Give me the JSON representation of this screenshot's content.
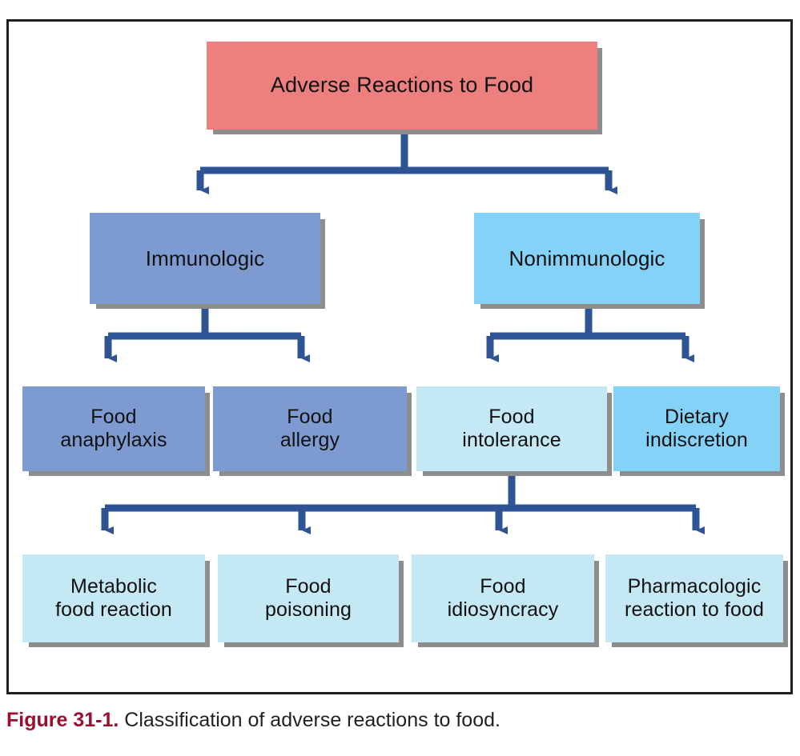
{
  "figure": {
    "caption_number": "Figure 31-1.",
    "caption_text": " Classification of adverse reactions to food."
  },
  "colors": {
    "root_box": "#EE7F7F",
    "immunologic": "#7D9BD1",
    "nonimmunologic": "#84D2F7",
    "pale_blue": "#C5E8F5",
    "connector_blue": "#2E5496",
    "shadow": "#8D8D8D",
    "frame_border": "#231F20",
    "caption_accent": "#9C0D2E",
    "text": "#111111"
  },
  "chart_data": {
    "type": "diagram",
    "title": "Classification of adverse reactions to food",
    "layout": "top-down hierarchical flowchart",
    "levels": 4,
    "nodes": [
      {
        "id": "root",
        "label": "Adverse Reactions to Food",
        "level": 1,
        "color": "#EE7F7F"
      },
      {
        "id": "immunologic",
        "label": "Immunologic",
        "level": 2,
        "color": "#7D9BD1"
      },
      {
        "id": "nonimmunologic",
        "label": "Nonimmunologic",
        "level": 2,
        "color": "#84D2F7"
      },
      {
        "id": "food-anaphylaxis",
        "label": "Food\nanaphylaxis",
        "level": 3,
        "color": "#7D9BD1"
      },
      {
        "id": "food-allergy",
        "label": "Food\nallergy",
        "level": 3,
        "color": "#7D9BD1"
      },
      {
        "id": "food-intolerance",
        "label": "Food\nintolerance",
        "level": 3,
        "color": "#C5E8F5"
      },
      {
        "id": "dietary-indiscretion",
        "label": "Dietary\nindiscretion",
        "level": 3,
        "color": "#84D2F7"
      },
      {
        "id": "metabolic-food-reaction",
        "label": "Metabolic\nfood reaction",
        "level": 4,
        "color": "#C5E8F5"
      },
      {
        "id": "food-poisoning",
        "label": "Food\npoisoning",
        "level": 4,
        "color": "#C5E8F5"
      },
      {
        "id": "food-idiosyncracy",
        "label": "Food\nidiosyncracy",
        "level": 4,
        "color": "#C5E8F5"
      },
      {
        "id": "pharmacologic-reaction-to-food",
        "label": "Pharmacologic\nreaction to food",
        "level": 4,
        "color": "#C5E8F5"
      }
    ],
    "edges": [
      {
        "from": "root",
        "to": "immunologic"
      },
      {
        "from": "root",
        "to": "nonimmunologic"
      },
      {
        "from": "immunologic",
        "to": "food-anaphylaxis"
      },
      {
        "from": "immunologic",
        "to": "food-allergy"
      },
      {
        "from": "nonimmunologic",
        "to": "food-intolerance"
      },
      {
        "from": "nonimmunologic",
        "to": "dietary-indiscretion"
      },
      {
        "from": "food-intolerance",
        "to": "metabolic-food-reaction"
      },
      {
        "from": "food-intolerance",
        "to": "food-poisoning"
      },
      {
        "from": "food-intolerance",
        "to": "food-idiosyncracy"
      },
      {
        "from": "food-intolerance",
        "to": "pharmacologic-reaction-to-food"
      }
    ]
  },
  "nodes": {
    "root": {
      "label": "Adverse Reactions to Food"
    },
    "immunologic": {
      "label": "Immunologic"
    },
    "nonimmunologic": {
      "label": "Nonimmunologic"
    },
    "food_anaphylaxis": {
      "line1": "Food",
      "line2": "anaphylaxis"
    },
    "food_allergy": {
      "line1": "Food",
      "line2": "allergy"
    },
    "food_intolerance": {
      "line1": "Food",
      "line2": "intolerance"
    },
    "dietary_indiscretion": {
      "line1": "Dietary",
      "line2": "indiscretion"
    },
    "metabolic_food_reaction": {
      "line1": "Metabolic",
      "line2": "food reaction"
    },
    "food_poisoning": {
      "line1": "Food",
      "line2": "poisoning"
    },
    "food_idiosyncracy": {
      "line1": "Food",
      "line2": "idiosyncracy"
    },
    "pharmacologic_reaction_to_food": {
      "line1": "Pharmacologic",
      "line2": "reaction to food"
    }
  }
}
